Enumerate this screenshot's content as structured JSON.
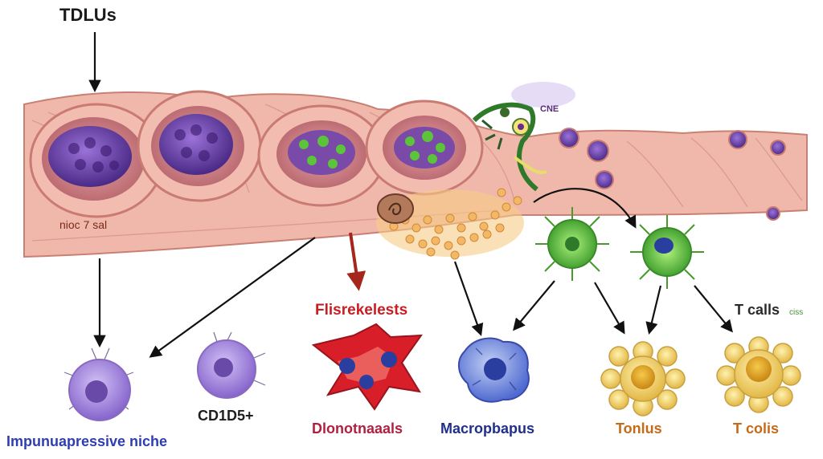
{
  "labels": {
    "tdlus": "TDLUs",
    "niche_small": "nioc 7 sal",
    "cne": "CNE",
    "fibroblasts_top": "Flisrekelests",
    "tcells_top": "T calls",
    "tcells_top_small": "ciss",
    "cd": "CD1D5+",
    "immunosuppressive": "Impunuapressive niche",
    "dionotnaaals": "Dlonotnaaals",
    "macrophages": "Macropbapus",
    "tonlus": "Tonlus",
    "tcells_bottom": "T colis"
  },
  "colors": {
    "tissue": "#eeb1a4",
    "tissue_dark": "#c97a72",
    "lumen": "#d9898d",
    "purple_cells": "#6a3ea8",
    "green_cells": "#5cc43a",
    "fibroblast_red": "#d81e28",
    "nucleus_blue": "#2a3ea0",
    "macrophage_blue": "#4f6ad0",
    "tcell_yellow": "#f2d26a",
    "tcell_core": "#e0a21c",
    "lilac_cell": "#a58ae0",
    "orange_stroma": "#f2b866",
    "arrow": "#111111",
    "arrow_red": "#a5261c"
  }
}
